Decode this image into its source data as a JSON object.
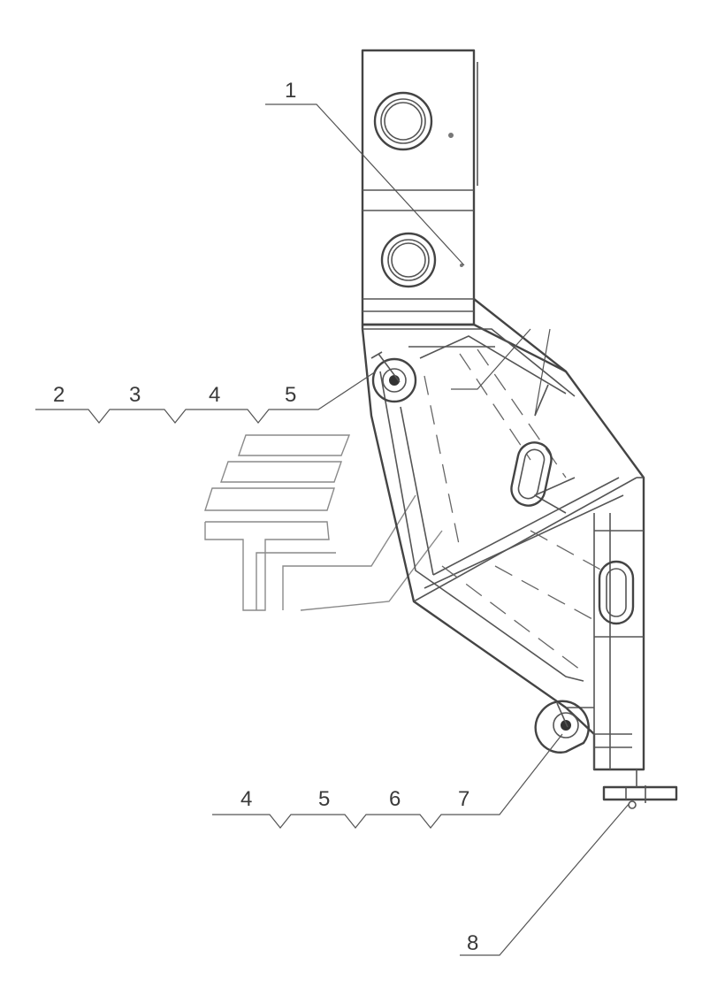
{
  "diagram": {
    "callouts_top_left": [
      "2",
      "3",
      "4",
      "5"
    ],
    "callouts_bottom_left": [
      "4",
      "5",
      "6",
      "7"
    ],
    "callout_top": "1",
    "callout_bottom_right": "8"
  },
  "colors": {
    "line": "#555555",
    "background": "#ffffff",
    "watermark": "#8a8a8a"
  }
}
